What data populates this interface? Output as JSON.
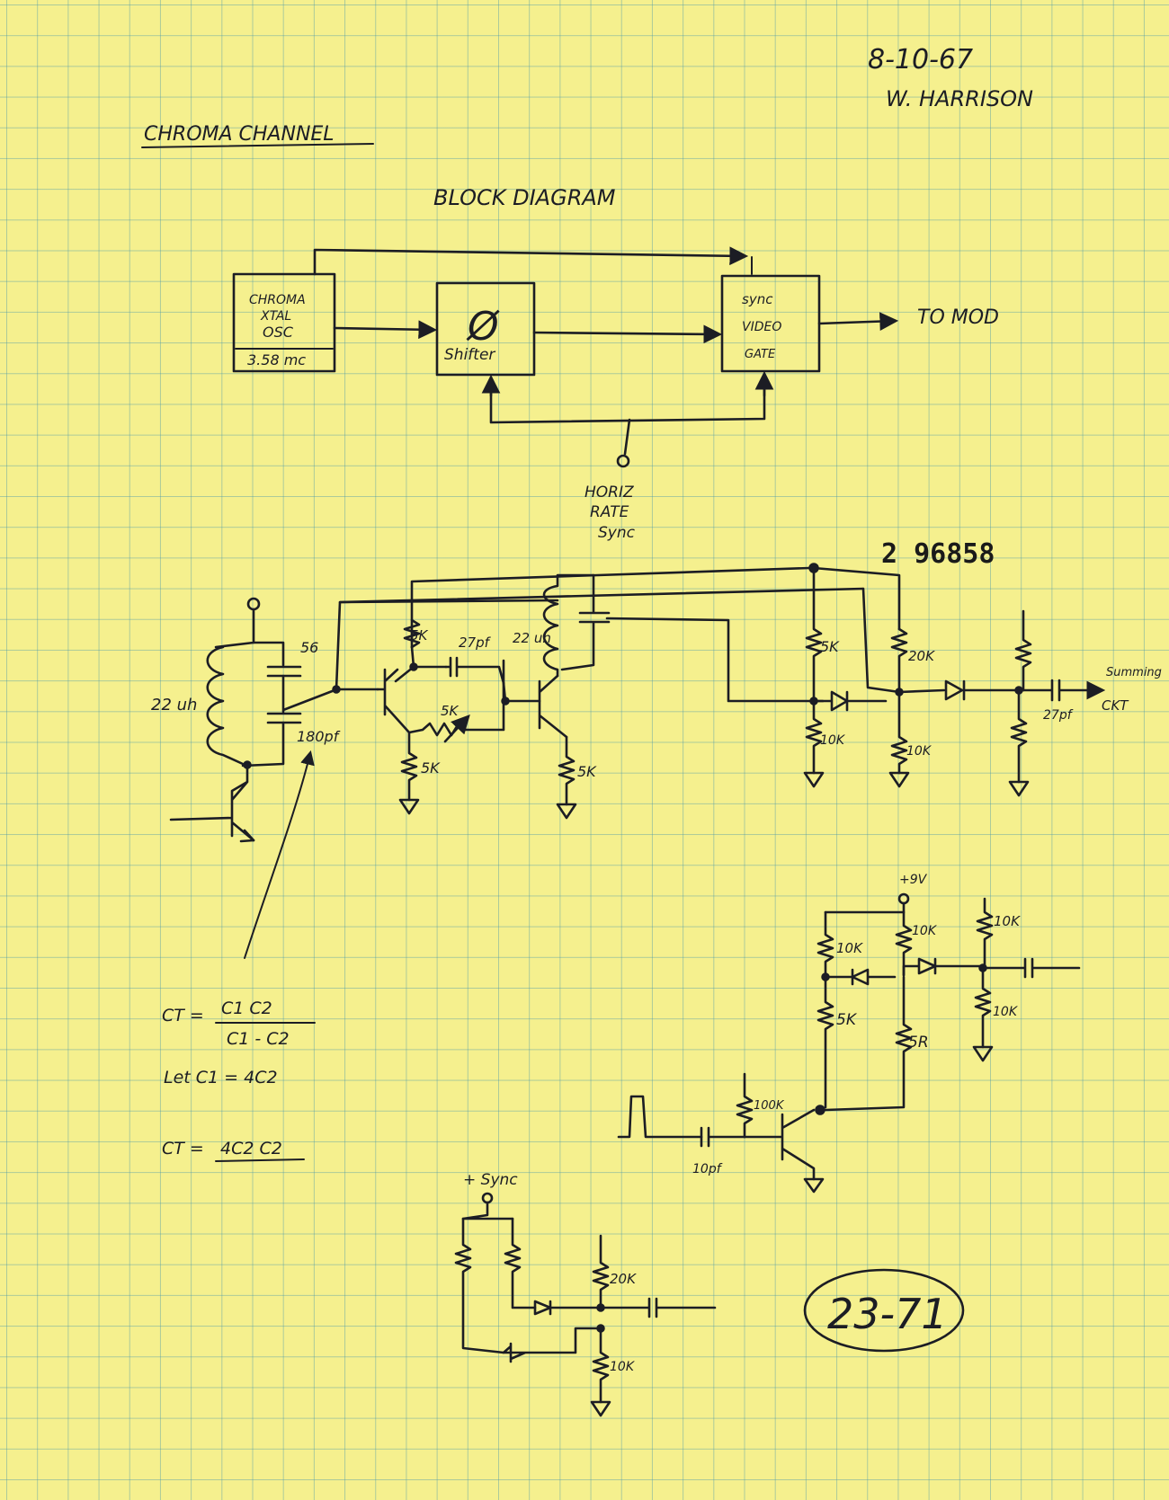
{
  "header": {
    "date": "8-10-67",
    "author": "W. HARRISON",
    "title": "CHROMA CHANNEL",
    "diagram_title": "BLOCK DIAGRAM"
  },
  "block_diagram": {
    "osc_block": [
      "CHROMA",
      "XTAL",
      "OSC",
      "3.58 mc"
    ],
    "shifter_block": [
      "Ø",
      "Shifter"
    ],
    "gate_block": [
      "sync",
      "VIDEO",
      "GATE"
    ],
    "output_label": "TO MOD",
    "sync_input": [
      "HORIZ",
      "RATE",
      "Sync"
    ]
  },
  "stamp_number": "2 96858",
  "schematic_top": {
    "cap_top": "56",
    "cap_bottom": "180pf",
    "inductor_left": "22 uh",
    "inductor_mid": "22 uh",
    "cap_27pf_a": "27pf",
    "pot_5k": "5K",
    "r1": "5K",
    "r2": "5K",
    "r3": "5K",
    "r4": "5K",
    "r_20k": "20K",
    "r_10k_a": "10K",
    "r_10k_b": "10K",
    "cap_27pf_b": "27pf",
    "output": [
      "Summing",
      "CKT"
    ]
  },
  "formulas": {
    "ct1_lhs": "CT =",
    "ct1_num": "C1 C2",
    "ct1_den": "C1 - C2",
    "let": "Let C1 = 4C2",
    "ct2_lhs": "CT =",
    "ct2_rhs": "4C2 C2"
  },
  "schematic_right": {
    "supply": "+9V",
    "r_10k_a": "10K",
    "r_10k_b": "10K",
    "r_10k_c": "10K",
    "r_10k_d": "10K",
    "r_5k_a": "5K",
    "r_5k_b": "5R",
    "r_100k": "100K",
    "cap_10pf": "10pf"
  },
  "schematic_bottom": {
    "supply": "+ Sync",
    "r_20k": "20K",
    "r_10k": "10K"
  },
  "page_ref": "23-71"
}
